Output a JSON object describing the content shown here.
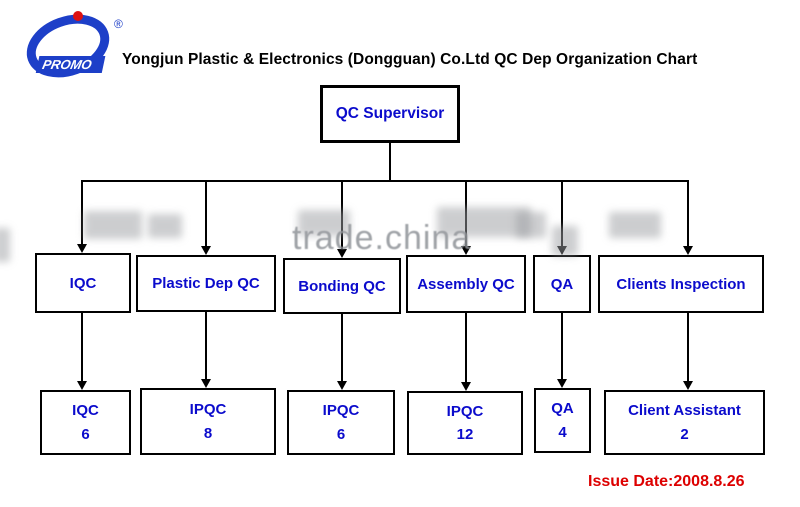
{
  "page": {
    "title": "Yongjun Plastic & Electronics (Dongguan) Co.Ltd QC Dep Organization Chart",
    "issue_date": "Issue Date:2008.8.26",
    "watermark": "trade.china"
  },
  "logo": {
    "text": "PROMO",
    "registered": "®"
  },
  "org": {
    "root": {
      "label": "QC Supervisor"
    },
    "level2": [
      {
        "label": "IQC"
      },
      {
        "label": "Plastic Dep QC"
      },
      {
        "label": "Bonding QC"
      },
      {
        "label": "Assembly QC"
      },
      {
        "label": "QA"
      },
      {
        "label": "Clients Inspection"
      }
    ],
    "level3": [
      {
        "label": "IQC",
        "count": "6"
      },
      {
        "label": "IPQC",
        "count": "8"
      },
      {
        "label": "IPQC",
        "count": "6"
      },
      {
        "label": "IPQC",
        "count": "12"
      },
      {
        "label": "QA",
        "count": "4"
      },
      {
        "label": "Client Assistant",
        "count": "2"
      }
    ]
  },
  "colors": {
    "box_text_blue": "#0b0bcc",
    "issue_date_red": "#dd0000",
    "logo_blue": "#1d3fc8",
    "line_black": "#000000",
    "watermark_gray": "#8f9398"
  }
}
